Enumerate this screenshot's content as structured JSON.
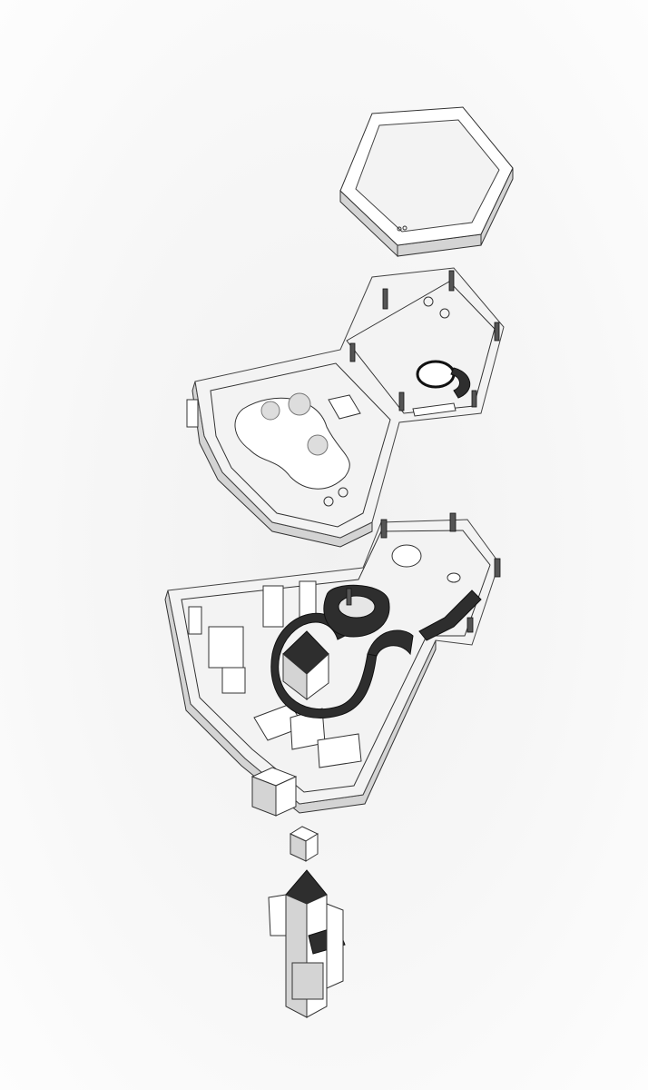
{
  "diagram": {
    "kind": "exploded axonometric building diagram",
    "layers": [
      "roof",
      "roof-terrace-and-garden",
      "main-floor",
      "core-block",
      "lift-cap",
      "entrance-tower"
    ],
    "colors": {
      "background": "#f5f5f5",
      "line": "#333333",
      "dark": "#2e2e2e",
      "floor": "#f3f3f3"
    }
  }
}
